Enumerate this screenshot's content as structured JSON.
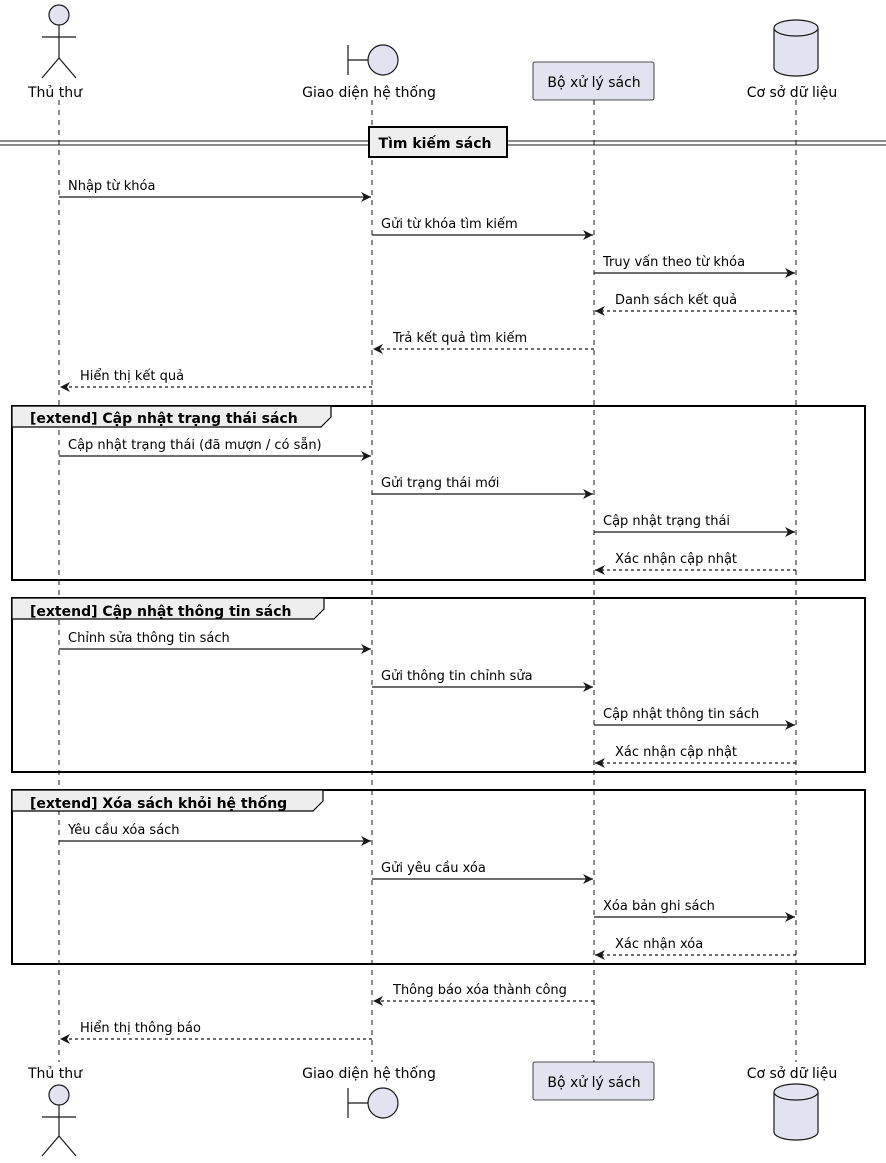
{
  "participants": [
    {
      "id": "librarian",
      "label": "Thủ thư",
      "kind": "actor"
    },
    {
      "id": "ui",
      "label": "Giao diện hệ thống",
      "kind": "boundary"
    },
    {
      "id": "processor",
      "label": "Bộ xử lý sách",
      "kind": "participant"
    },
    {
      "id": "db",
      "label": "Cơ sở dữ liệu",
      "kind": "database"
    }
  ],
  "divider": {
    "label": "Tìm kiếm sách"
  },
  "messages": [
    {
      "from": "librarian",
      "to": "ui",
      "text": "Nhập từ khóa",
      "style": "solid"
    },
    {
      "from": "ui",
      "to": "processor",
      "text": "Gửi từ khóa tìm kiếm",
      "style": "solid"
    },
    {
      "from": "processor",
      "to": "db",
      "text": "Truy vấn theo từ khóa",
      "style": "solid"
    },
    {
      "from": "db",
      "to": "processor",
      "text": "Danh sách kết quả",
      "style": "dashed"
    },
    {
      "from": "processor",
      "to": "ui",
      "text": "Trả kết quả tìm kiếm",
      "style": "dashed"
    },
    {
      "from": "ui",
      "to": "librarian",
      "text": "Hiển thị kết quả",
      "style": "dashed"
    },
    {
      "from": "librarian",
      "to": "ui",
      "text": "Cập nhật trạng thái (đã mượn / có sẵn)",
      "style": "solid"
    },
    {
      "from": "ui",
      "to": "processor",
      "text": "Gửi trạng thái mới",
      "style": "solid"
    },
    {
      "from": "processor",
      "to": "db",
      "text": "Cập nhật trạng thái",
      "style": "solid"
    },
    {
      "from": "db",
      "to": "processor",
      "text": "Xác nhận cập nhật",
      "style": "dashed"
    },
    {
      "from": "librarian",
      "to": "ui",
      "text": "Chỉnh sửa thông tin sách",
      "style": "solid"
    },
    {
      "from": "ui",
      "to": "processor",
      "text": "Gửi thông tin chỉnh sửa",
      "style": "solid"
    },
    {
      "from": "processor",
      "to": "db",
      "text": "Cập nhật thông tin sách",
      "style": "solid"
    },
    {
      "from": "db",
      "to": "processor",
      "text": "Xác nhận cập nhật",
      "style": "dashed"
    },
    {
      "from": "librarian",
      "to": "ui",
      "text": "Yêu cầu xóa sách",
      "style": "solid"
    },
    {
      "from": "ui",
      "to": "processor",
      "text": "Gửi yêu cầu xóa",
      "style": "solid"
    },
    {
      "from": "processor",
      "to": "db",
      "text": "Xóa bản ghi sách",
      "style": "solid"
    },
    {
      "from": "db",
      "to": "processor",
      "text": "Xác nhận xóa",
      "style": "dashed"
    },
    {
      "from": "processor",
      "to": "ui",
      "text": "Thông báo xóa thành công",
      "style": "dashed"
    },
    {
      "from": "ui",
      "to": "librarian",
      "text": "Hiển thị thông báo",
      "style": "dashed"
    }
  ],
  "fragments": [
    {
      "title": "[extend] Cập nhật trạng thái sách",
      "first": 6,
      "last": 9
    },
    {
      "title": "[extend] Cập nhật thông tin sách",
      "first": 10,
      "last": 13
    },
    {
      "title": "[extend] Xóa sách khỏi hệ thống",
      "first": 14,
      "last": 17
    }
  ],
  "colors": {
    "participant_fill": "#e2e2f0",
    "participant_stroke": "#181818",
    "lifeline": "#181818",
    "frame_title_fill": "#eeeeee"
  }
}
